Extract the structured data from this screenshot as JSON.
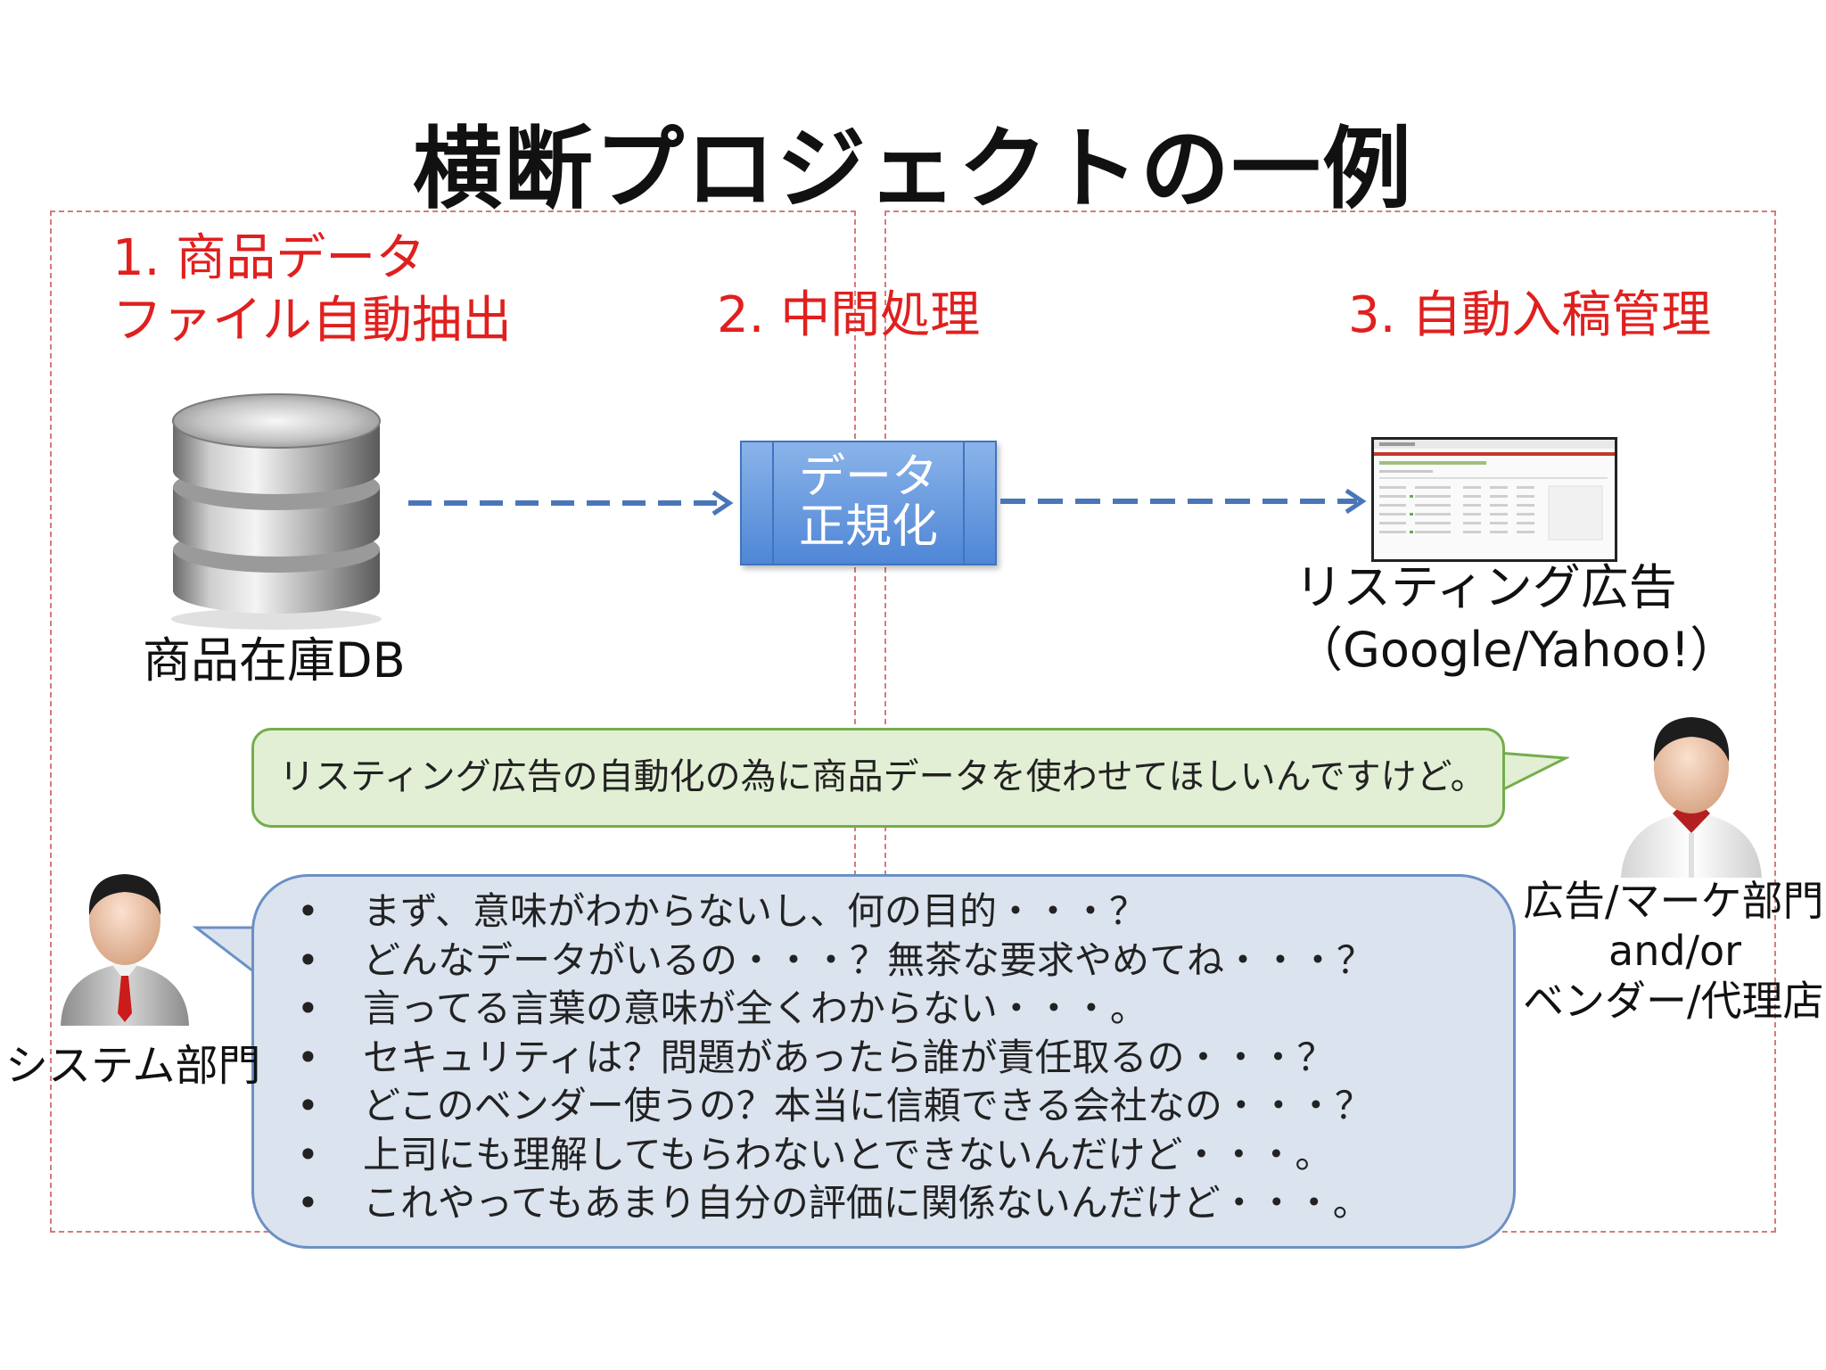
{
  "title": "横断プロジェクトの一例",
  "sections": {
    "s1_line1": "1. 商品データ",
    "s1_line2": "ファイル自動抽出",
    "s2": "2. 中間処理",
    "s3": "3. 自動入稿管理"
  },
  "database": {
    "label": "商品在庫DB"
  },
  "process": {
    "line1": "データ",
    "line2": "正規化"
  },
  "listing": {
    "line1": "リスティング広告",
    "line2": "（Google/Yahoo!）"
  },
  "marketing_bubble": {
    "text": "リスティング広告の自動化の為に商品データを使わせてほしいんですけど。"
  },
  "system_bubble": {
    "bullet": "•",
    "items": [
      "まず、意味がわからないし、何の目的・・・？",
      "どんなデータがいるの・・・？無茶な要求やめてね・・・？",
      "言ってる言葉の意味が全くわからない・・・。",
      "セキュリティは？問題があったら誰が責任取るの・・・？",
      "どこのベンダー使うの？本当に信頼できる会社なの・・・？",
      "上司にも理解してもらわないとできないんだけど・・・。",
      "これやってもあまり自分の評価に関係ないんだけど・・・。"
    ]
  },
  "people": {
    "system": "システム部門",
    "marketing_line1": "広告/マーケ部門",
    "marketing_line2": "and/or",
    "marketing_line3": "ベンダー/代理店"
  },
  "colors": {
    "section_red": "#e0201e",
    "dashed_border": "#d87a7a",
    "arrow_blue": "#4a76b8",
    "green_fill": "#e2efd4",
    "blue_fill": "#dbe3ef"
  },
  "icons": [
    "database-icon",
    "person-icon",
    "arrow-icon"
  ]
}
